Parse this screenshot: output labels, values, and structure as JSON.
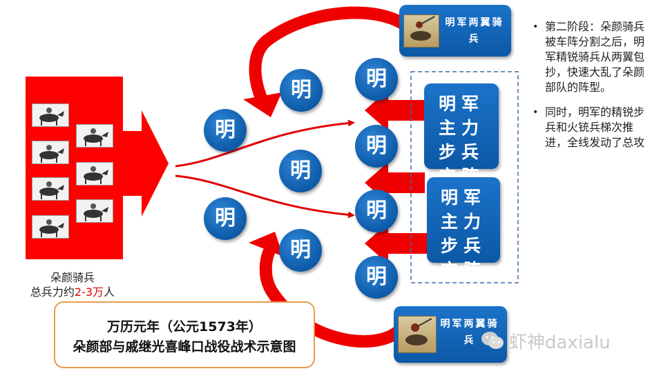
{
  "colors": {
    "red": "#ff0000",
    "blue": "#0d5aa8",
    "orange_border": "#e79a4b"
  },
  "unit_char": "明",
  "mongol": {
    "line1": "朵颜骑兵",
    "line2_prefix": "总兵力约",
    "line2_number": "2-3万",
    "line2_suffix": "人"
  },
  "title": {
    "line1": "万历元年（公元1573年）",
    "line2": "朵颜部与戚继光喜峰口战役战术示意图"
  },
  "wings": {
    "top": "明军两翼骑兵",
    "bottom": "明军两翼骑兵"
  },
  "infantry": {
    "top": "明军主力步兵方阵",
    "bottom": "明军主力步兵方阵"
  },
  "notes": [
    "第二阶段：朵颜骑兵被车阵分割之后，明军精锐骑兵从两翼包抄，快速大乱了朵颜部队的阵型。",
    "同时，明军的精锐步兵和火铳兵梯次推进，全线发动了总攻"
  ],
  "watermark": "虾神daxialu",
  "icons": [
    "horse-rider-icon",
    "wechat-icon",
    "bullet-icon"
  ]
}
